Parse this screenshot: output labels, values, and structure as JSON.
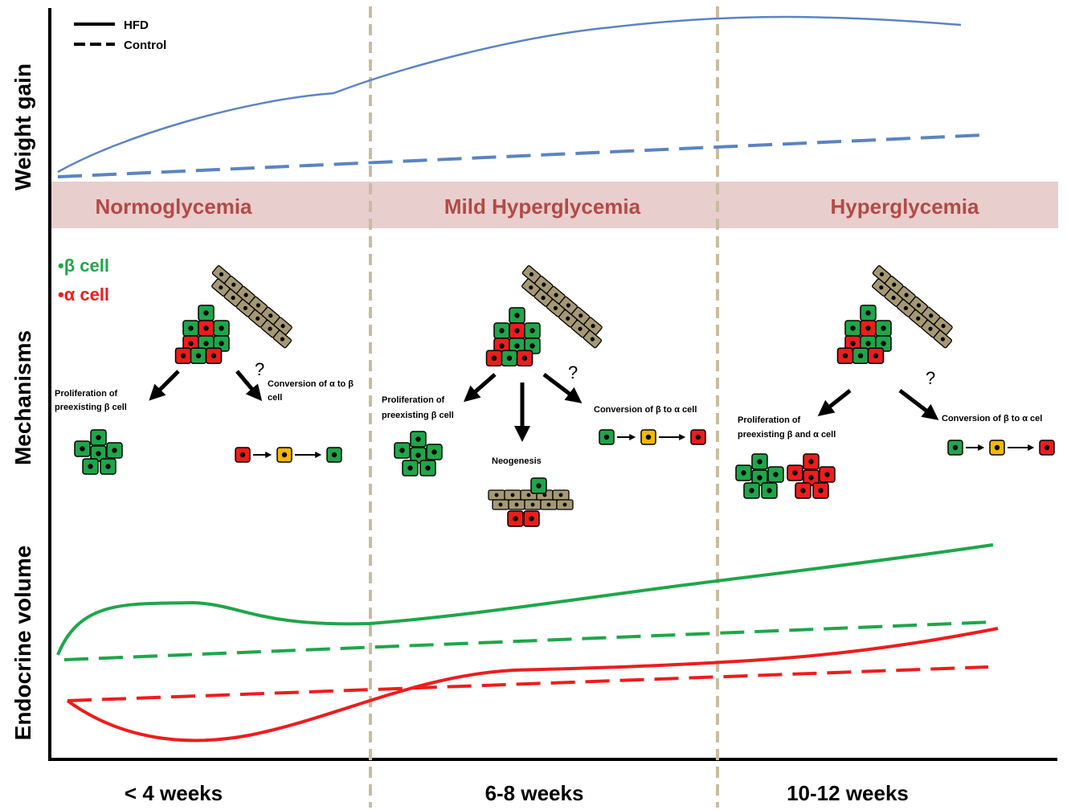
{
  "axes": {
    "y_top": "Weight gain",
    "y_mid": "Mechanisms",
    "y_bottom": "Endocrine volume",
    "x_ticks": [
      "< 4 weeks",
      "6-8 weeks",
      "10-12 weeks"
    ]
  },
  "legend": {
    "solid": "HFD",
    "dashed": "Control"
  },
  "cell_legend": {
    "beta": "•β cell",
    "alpha": "•α cell"
  },
  "phases": [
    "Normoglycemia",
    "Mild Hyperglycemia",
    "Hyperglycemia"
  ],
  "mechanisms": {
    "p1_left": [
      "Proliferation of",
      "preexisting β cell"
    ],
    "p1_right": [
      "Conversion of α to β",
      "cell"
    ],
    "p2_left": [
      "Proliferation of",
      "preexisting β cell"
    ],
    "p2_mid": "Neogenesis",
    "p2_right": "Conversion of β to α cell",
    "p3_left": [
      "Proliferation of",
      "preexisting β and α cell"
    ],
    "p3_right": "Conversion of β to α cel",
    "question": "?"
  },
  "colors": {
    "weight": "#5b84c1",
    "beta": "#1fa64a",
    "alpha": "#ee1c1c",
    "phase_band": "#e9cece",
    "phase_text": "#b34a44",
    "duct": "#a59873",
    "intermediate": "#f5b800"
  }
}
